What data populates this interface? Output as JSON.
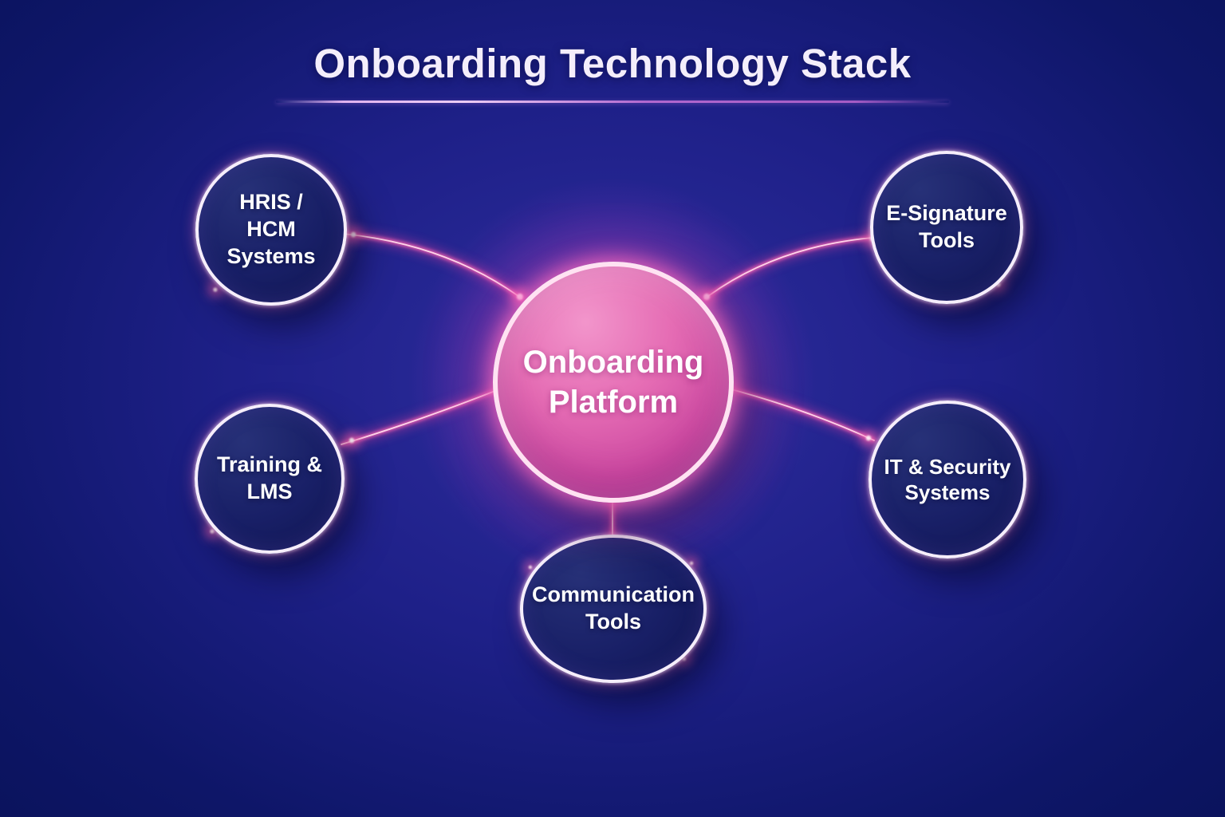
{
  "title": "Onboarding Technology Stack",
  "center": {
    "label": "Onboarding\nPlatform"
  },
  "nodes": {
    "hris": {
      "label": "HRIS /\nHCM\nSystems"
    },
    "esignature": {
      "label": "E-Signature\nTools"
    },
    "training": {
      "label": "Training &\nLMS"
    },
    "itsecurity": {
      "label": "IT & Security\nSystems"
    },
    "communication": {
      "label": "Communication\nTools"
    }
  },
  "colors": {
    "background_navy": "#0a1158",
    "halo_purple": "#7a3ab4",
    "accent_pink": "#ff4fa8",
    "center_fill": "#d856a8",
    "ring_white": "#ffe2f2",
    "underline_purple": "#b168cf",
    "text_white": "#f4eefb"
  }
}
